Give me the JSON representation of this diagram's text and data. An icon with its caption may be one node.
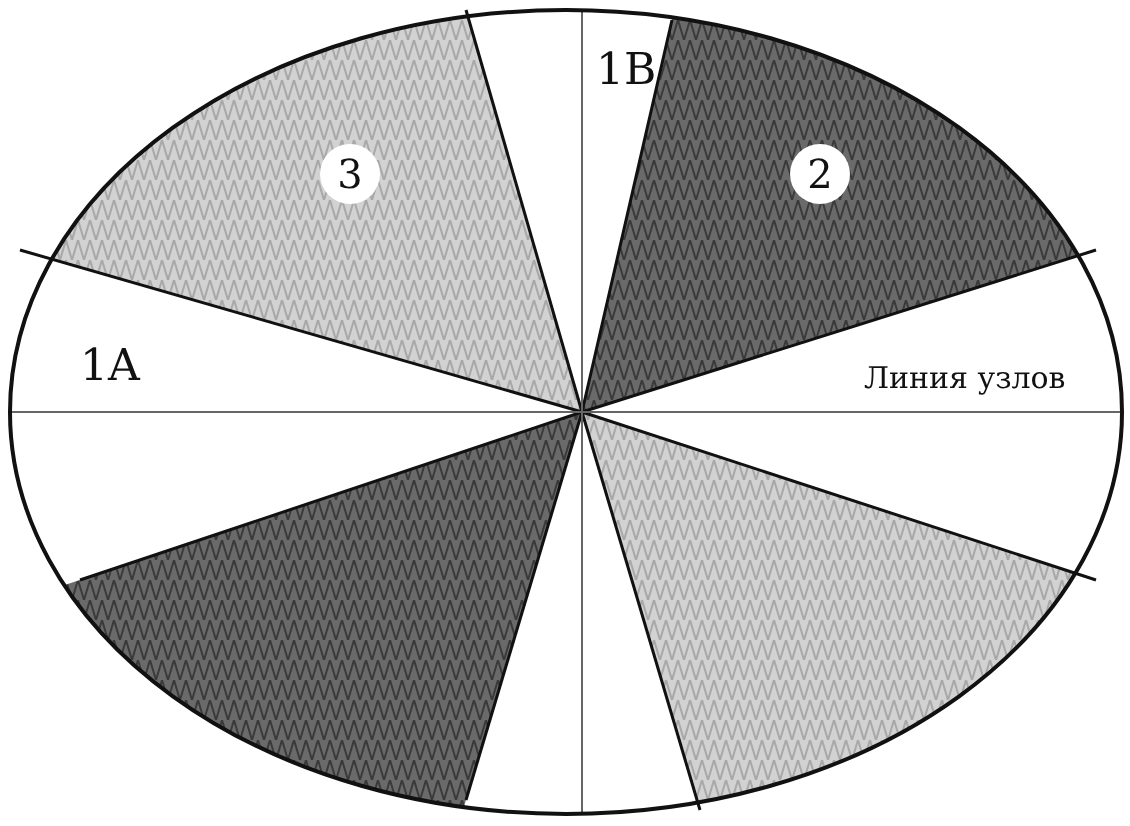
{
  "diagram": {
    "labels": [
      "1B",
      "3",
      "2",
      "1A",
      "Линия узлов"
    ]
  }
}
